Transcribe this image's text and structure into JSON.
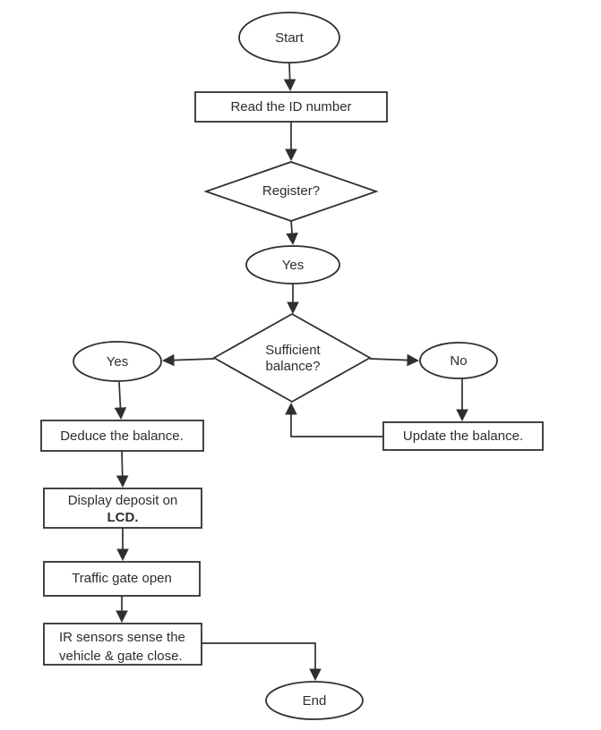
{
  "diagram": {
    "type": "flowchart",
    "colors": {
      "background": "#ffffff",
      "stroke": "#2f2f2f",
      "text": "#2d2d2d",
      "node_fill": "#ffffff"
    },
    "nodes": {
      "start": {
        "shape": "ellipse",
        "label": "Start"
      },
      "read_id": {
        "shape": "process",
        "label": "Read the ID number"
      },
      "register": {
        "shape": "decision",
        "label": "Register?"
      },
      "register_yes": {
        "shape": "ellipse",
        "label": "Yes"
      },
      "sufficient_balance": {
        "shape": "decision",
        "line1": "Sufficient",
        "line2": "balance?"
      },
      "balance_yes": {
        "shape": "ellipse",
        "label": "Yes"
      },
      "balance_no": {
        "shape": "ellipse",
        "label": "No"
      },
      "deduce_balance": {
        "shape": "process",
        "label": "Deduce the balance."
      },
      "update_balance": {
        "shape": "process",
        "label": "Update the balance."
      },
      "display_deposit": {
        "shape": "process",
        "line1": "Display deposit on",
        "line2": "LCD."
      },
      "traffic_gate": {
        "shape": "process",
        "label": "Traffic gate open"
      },
      "ir_sensors": {
        "shape": "process",
        "line1": "IR sensors sense the",
        "line2": "vehicle & gate close."
      },
      "end": {
        "shape": "ellipse",
        "label": "End"
      }
    },
    "edges": [
      {
        "from": "start",
        "to": "read_id"
      },
      {
        "from": "read_id",
        "to": "register"
      },
      {
        "from": "register",
        "to": "register_yes"
      },
      {
        "from": "register_yes",
        "to": "sufficient_balance"
      },
      {
        "from": "sufficient_balance",
        "to": "balance_yes"
      },
      {
        "from": "sufficient_balance",
        "to": "balance_no"
      },
      {
        "from": "balance_yes",
        "to": "deduce_balance"
      },
      {
        "from": "balance_no",
        "to": "update_balance"
      },
      {
        "from": "update_balance",
        "to": "sufficient_balance"
      },
      {
        "from": "deduce_balance",
        "to": "display_deposit"
      },
      {
        "from": "display_deposit",
        "to": "traffic_gate"
      },
      {
        "from": "traffic_gate",
        "to": "ir_sensors"
      },
      {
        "from": "ir_sensors",
        "to": "end"
      }
    ]
  }
}
